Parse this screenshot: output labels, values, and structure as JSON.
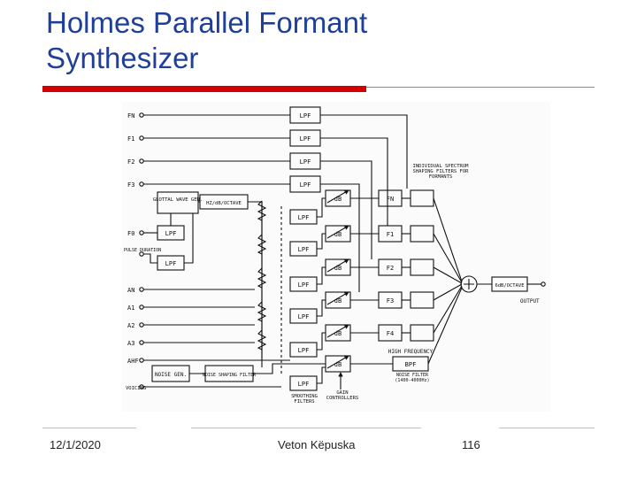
{
  "slide": {
    "title_line1": "Holmes Parallel Formant",
    "title_line2": "Synthesizer",
    "footer_date": "12/1/2020",
    "footer_author": "Veton Këpuska",
    "footer_page": "116",
    "accent_color": "#d40000",
    "title_color": "#1f3f99"
  },
  "diagram": {
    "inputs": {
      "fn": "FN",
      "f1": "F1",
      "f2": "F2",
      "f3": "F3",
      "f0": "F0",
      "pulse": "PULSE DURATION",
      "an": "AN",
      "a1": "A1",
      "a2": "A2",
      "a3": "A3",
      "ahf": "AHF",
      "voicing": "VOICING"
    },
    "lpf": "LPF",
    "db": "dB",
    "glottal": "GLOTTAL WAVE GEN.",
    "hz_octave": "HZ/dB/OCTAVE",
    "noise_gen": "NOISE GEN.",
    "noise_filter": "NOISE SHAPING FILTER",
    "formant_labels": [
      "FN",
      "F1",
      "F2",
      "F3",
      "F4"
    ],
    "individual_label": "INDIVIDUAL SPECTRUM SHAPING FILTERS FOR FORMANTS",
    "high_frequency": "HIGH FREQUENCY",
    "bpf": "BPF",
    "noise_filter_range": "NOISE FILTER (1400-4000Hz)",
    "output_block": "6dB/OCTAVE",
    "output_label": "OUTPUT",
    "smoothing": "SMOOTHING FILTERS",
    "gain": "GAIN CONTROLLERS",
    "sum": "+"
  }
}
